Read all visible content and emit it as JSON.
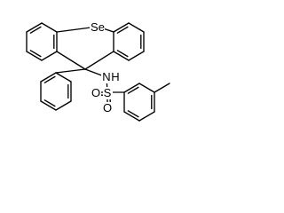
{
  "molecule": {
    "atoms": [
      {
        "id": "se",
        "label": "Se"
      },
      {
        "id": "n",
        "label": "N"
      },
      {
        "id": "h",
        "label": "H"
      },
      {
        "id": "s",
        "label": "S"
      },
      {
        "id": "o1",
        "label": "O"
      },
      {
        "id": "o2",
        "label": "O"
      }
    ]
  },
  "colors": {
    "bond": "#000000",
    "label": "#000000",
    "background": "#ffffff"
  }
}
